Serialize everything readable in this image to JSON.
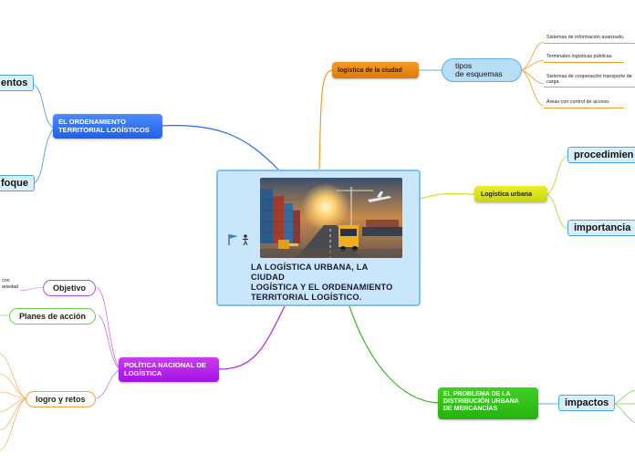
{
  "central": {
    "title_line1": "LA LOGÍSTICA URBANA, LA",
    "title_line2": "CIUDAD",
    "title_line3": "LOGÍSTICA Y EL ORDENAMIENTO",
    "title_line4": "TERRITORIAL LOGÍSTICO."
  },
  "branches": {
    "ordenamiento": {
      "line1": "EL ORDENAMIENTO",
      "line2": "TERRITORIAL LOGÍSTICOS",
      "children": [
        "entos",
        "foque"
      ]
    },
    "politica": {
      "line1": "POLÍTICA NACIONAL DE",
      "line2": "LOGÍSTICA",
      "children": [
        "Objetivo",
        "Planes de acción",
        "logro y retos"
      ],
      "objetivo_leaves": [
        "cos",
        "ariedad"
      ]
    },
    "logistica_ciudad": {
      "label": "logística de la ciudad",
      "tipos_line1": "tipos",
      "tipos_line2": "de esquemas",
      "leaves": [
        "Sistemas de información avanzado.",
        "Terminales logísticas públicas.",
        "Sistemas de cooperación transporte de",
        "carga.",
        "Áreas con control de acceso."
      ]
    },
    "logistica_urbana": {
      "label": "Logística urbana",
      "children": [
        "procedimien",
        "importancia"
      ]
    },
    "problema": {
      "line1": "EL PROBLEMA DE LA",
      "line2": "DISTRIBUCIÓN URBANA",
      "line3": "DE MERCANCÍAS",
      "children": [
        "impactos"
      ]
    }
  },
  "colors": {
    "blue_branch": "#2a6af0",
    "purple_branch": "#b020e8",
    "orange_branch": "#f39b23",
    "yellow_branch": "#d6df1a",
    "green_branch": "#2fc018"
  },
  "icons": [
    "flag-icon",
    "person-icon"
  ]
}
